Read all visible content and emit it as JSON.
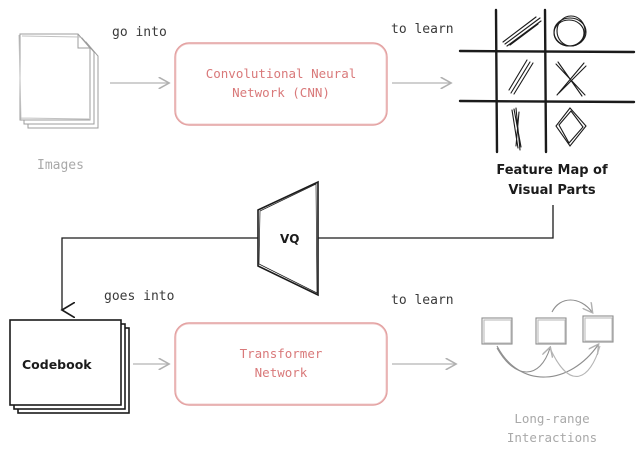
{
  "labels": {
    "go_into": "go into",
    "to_learn_top": "to learn",
    "goes_into": "goes into",
    "to_learn_bottom": "to learn"
  },
  "nodes": {
    "images": "Images",
    "cnn_line1": "Convolutional Neural",
    "cnn_line2": "Network (CNN)",
    "feature_map_line1": "Feature Map of",
    "feature_map_line2": "Visual Parts",
    "vq": "VQ",
    "codebook": "Codebook",
    "transformer_line1": "Transformer",
    "transformer_line2": "Network",
    "interactions_line1": "Long-range",
    "interactions_line2": "Interactions"
  },
  "colors": {
    "accent_red": "#d9797a",
    "ink": "#1b1b1b",
    "muted": "#a9a9a9",
    "arrow_gray": "#b5b5b5"
  }
}
